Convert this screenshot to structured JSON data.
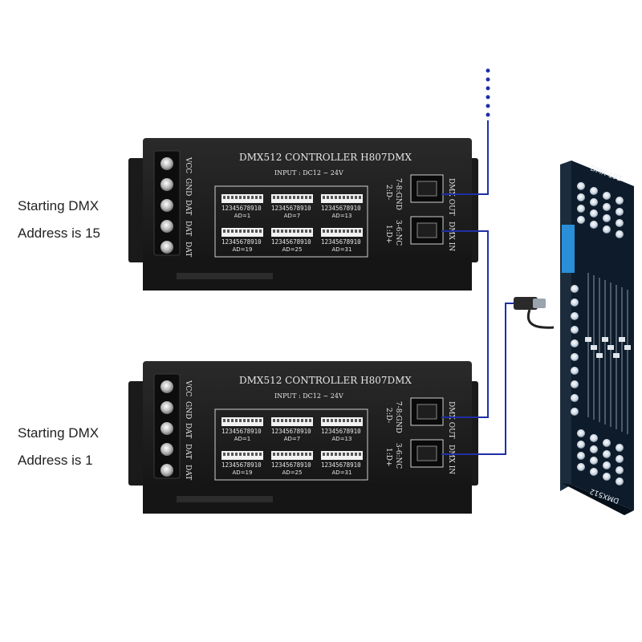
{
  "captions": {
    "top": {
      "line1": "Starting DMX",
      "line2": "Address is 15"
    },
    "bottom": {
      "line1": "Starting DMX",
      "line2": "Address is 1"
    }
  },
  "controller": {
    "title": "DMX512 CONTROLLER H807DMX",
    "input": "INPUT : DC12 ~ 24V",
    "terminals": [
      "VCC",
      "GND",
      "DAT",
      "DAT",
      "DAT"
    ],
    "dip_digits": "12345678910",
    "dip_addresses": [
      "AD=1",
      "AD=7",
      "AD=13",
      "AD=19",
      "AD=25",
      "AD=31"
    ],
    "port_out": "DMX OUT",
    "port_in": "DMX IN",
    "pin_out": [
      "2:D-",
      "7-8:GND"
    ],
    "pin_in": [
      "1:D+",
      "3-6:NC"
    ]
  },
  "console": {
    "label_top": "DMX-192",
    "label_bottom": "DMX512"
  },
  "colors": {
    "wire": "#1f2fa6",
    "device": "#1b1b1b",
    "device_text": "#e6e6e6",
    "console_body": "#0d1b2a"
  }
}
